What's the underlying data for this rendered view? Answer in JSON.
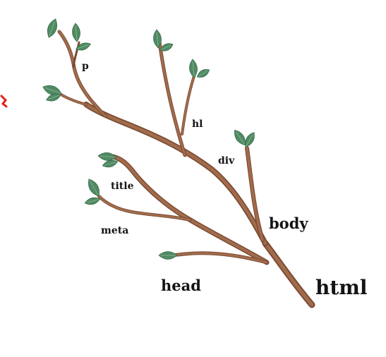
{
  "diagram": {
    "labels": {
      "html": "html",
      "head": "head",
      "body": "body",
      "meta": "meta",
      "title": "title",
      "div": "div",
      "h1": "hl",
      "p": "p"
    },
    "colors": {
      "branch": "#9a6546",
      "branch_shadow": "#6f4630",
      "leaf": "#4f8a63",
      "leaf_light": "#7fb08c",
      "accent_mark": "#e0201a"
    }
  }
}
